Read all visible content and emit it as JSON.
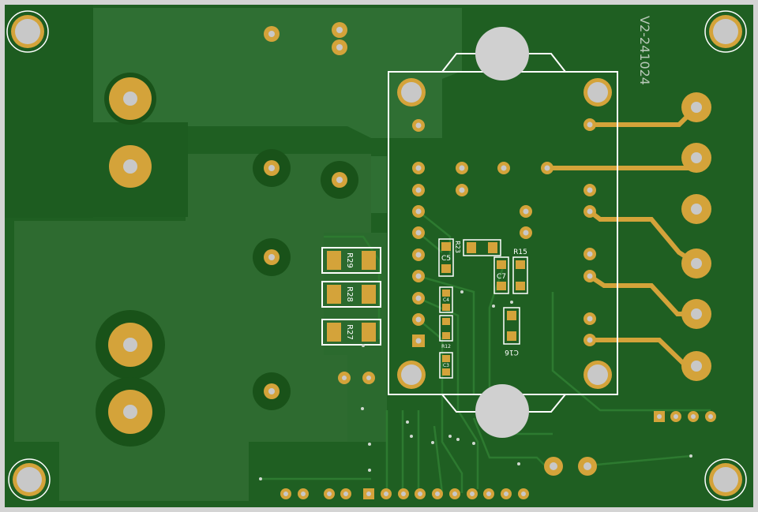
{
  "board": {
    "version_text": "V2-241024",
    "colors": {
      "board_frame": "#d4d4d4",
      "solder_mask": "#1b5e20",
      "copper_pour": "#2e6b2e",
      "copper_pour_light": "#3a7a3a",
      "pad_gold": "#d4a33a",
      "drill": "#c8c8c8",
      "silkscreen": "#ffffff"
    }
  },
  "components": {
    "resistors": [
      {
        "label": "R29"
      },
      {
        "label": "R28"
      },
      {
        "label": "R27"
      },
      {
        "label": "R23"
      },
      {
        "label": "R15"
      },
      {
        "label": "R12"
      }
    ],
    "capacitors": [
      {
        "label": "C5"
      },
      {
        "label": "C7"
      },
      {
        "label": "C4"
      },
      {
        "label": "C3"
      },
      {
        "label": "C16"
      }
    ]
  }
}
